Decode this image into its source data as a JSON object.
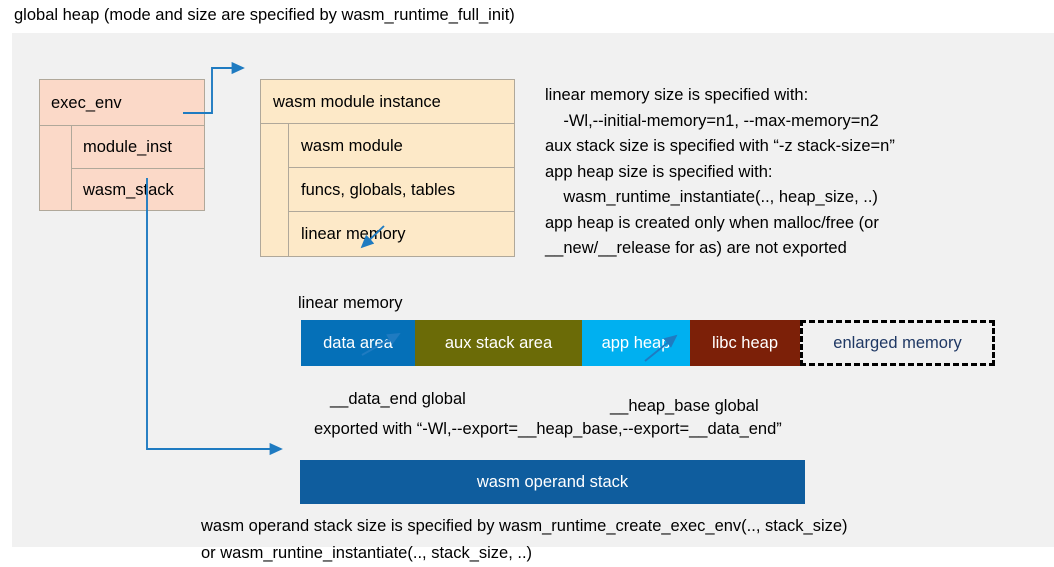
{
  "title": "global heap (mode and size are specified by wasm_runtime_full_init)",
  "colors": {
    "canvas_bg": "#f1f1f1",
    "exec_env_fill": "#fbd9c8",
    "module_instance_fill": "#fde9c8",
    "box_border": "#b0a89a",
    "connector": "#1f7bc1",
    "data_area": "#0570b8",
    "aux_stack_area": "#6b6b07",
    "app_heap": "#00b0f0",
    "libc_heap": "#7c2008",
    "enlarged_memory_text": "#1f3864",
    "operand_stack": "#0f5d9e"
  },
  "exec_env": {
    "header": "exec_env",
    "rows": [
      {
        "label": "module_inst"
      },
      {
        "label": "wasm_stack"
      }
    ]
  },
  "module_instance": {
    "header": "wasm module instance",
    "rows": [
      {
        "label": "wasm module"
      },
      {
        "label": "funcs, globals, tables"
      },
      {
        "label": "linear memory"
      }
    ]
  },
  "spec_note": "linear memory size is specified with:\n    -Wl,--initial-memory=n1, --max-memory=n2\naux stack size is specified with “-z stack-size=n”\napp heap size is specified with:\n    wasm_runtime_instantiate(.., heap_size, ..)\napp heap is created only when malloc/free (or\n__new/__release for as) are not exported",
  "linear_memory": {
    "caption": "linear memory",
    "segments": [
      {
        "label": "data area",
        "color": "#0570b8",
        "width": 114
      },
      {
        "label": "aux stack area",
        "color": "#6b6b07",
        "width": 167
      },
      {
        "label": "app heap",
        "color": "#00b0f0",
        "width": 108
      },
      {
        "label": "libc heap",
        "color": "#7c2008",
        "width": 110
      },
      {
        "label": "enlarged memory",
        "color": "#f1f1f1",
        "width": 195
      }
    ]
  },
  "annotations": {
    "data_end": "__data_end global",
    "heap_base": "__heap_base global",
    "exported_with": "exported with “-Wl,--export=__heap_base,--export=__data_end”"
  },
  "operand_stack": {
    "label": "wasm operand stack",
    "note": "wasm operand stack size is specified by wasm_runtime_create_exec_env(.., stack_size)\nor wasm_runtine_instantiate(.., stack_size, ..)"
  }
}
